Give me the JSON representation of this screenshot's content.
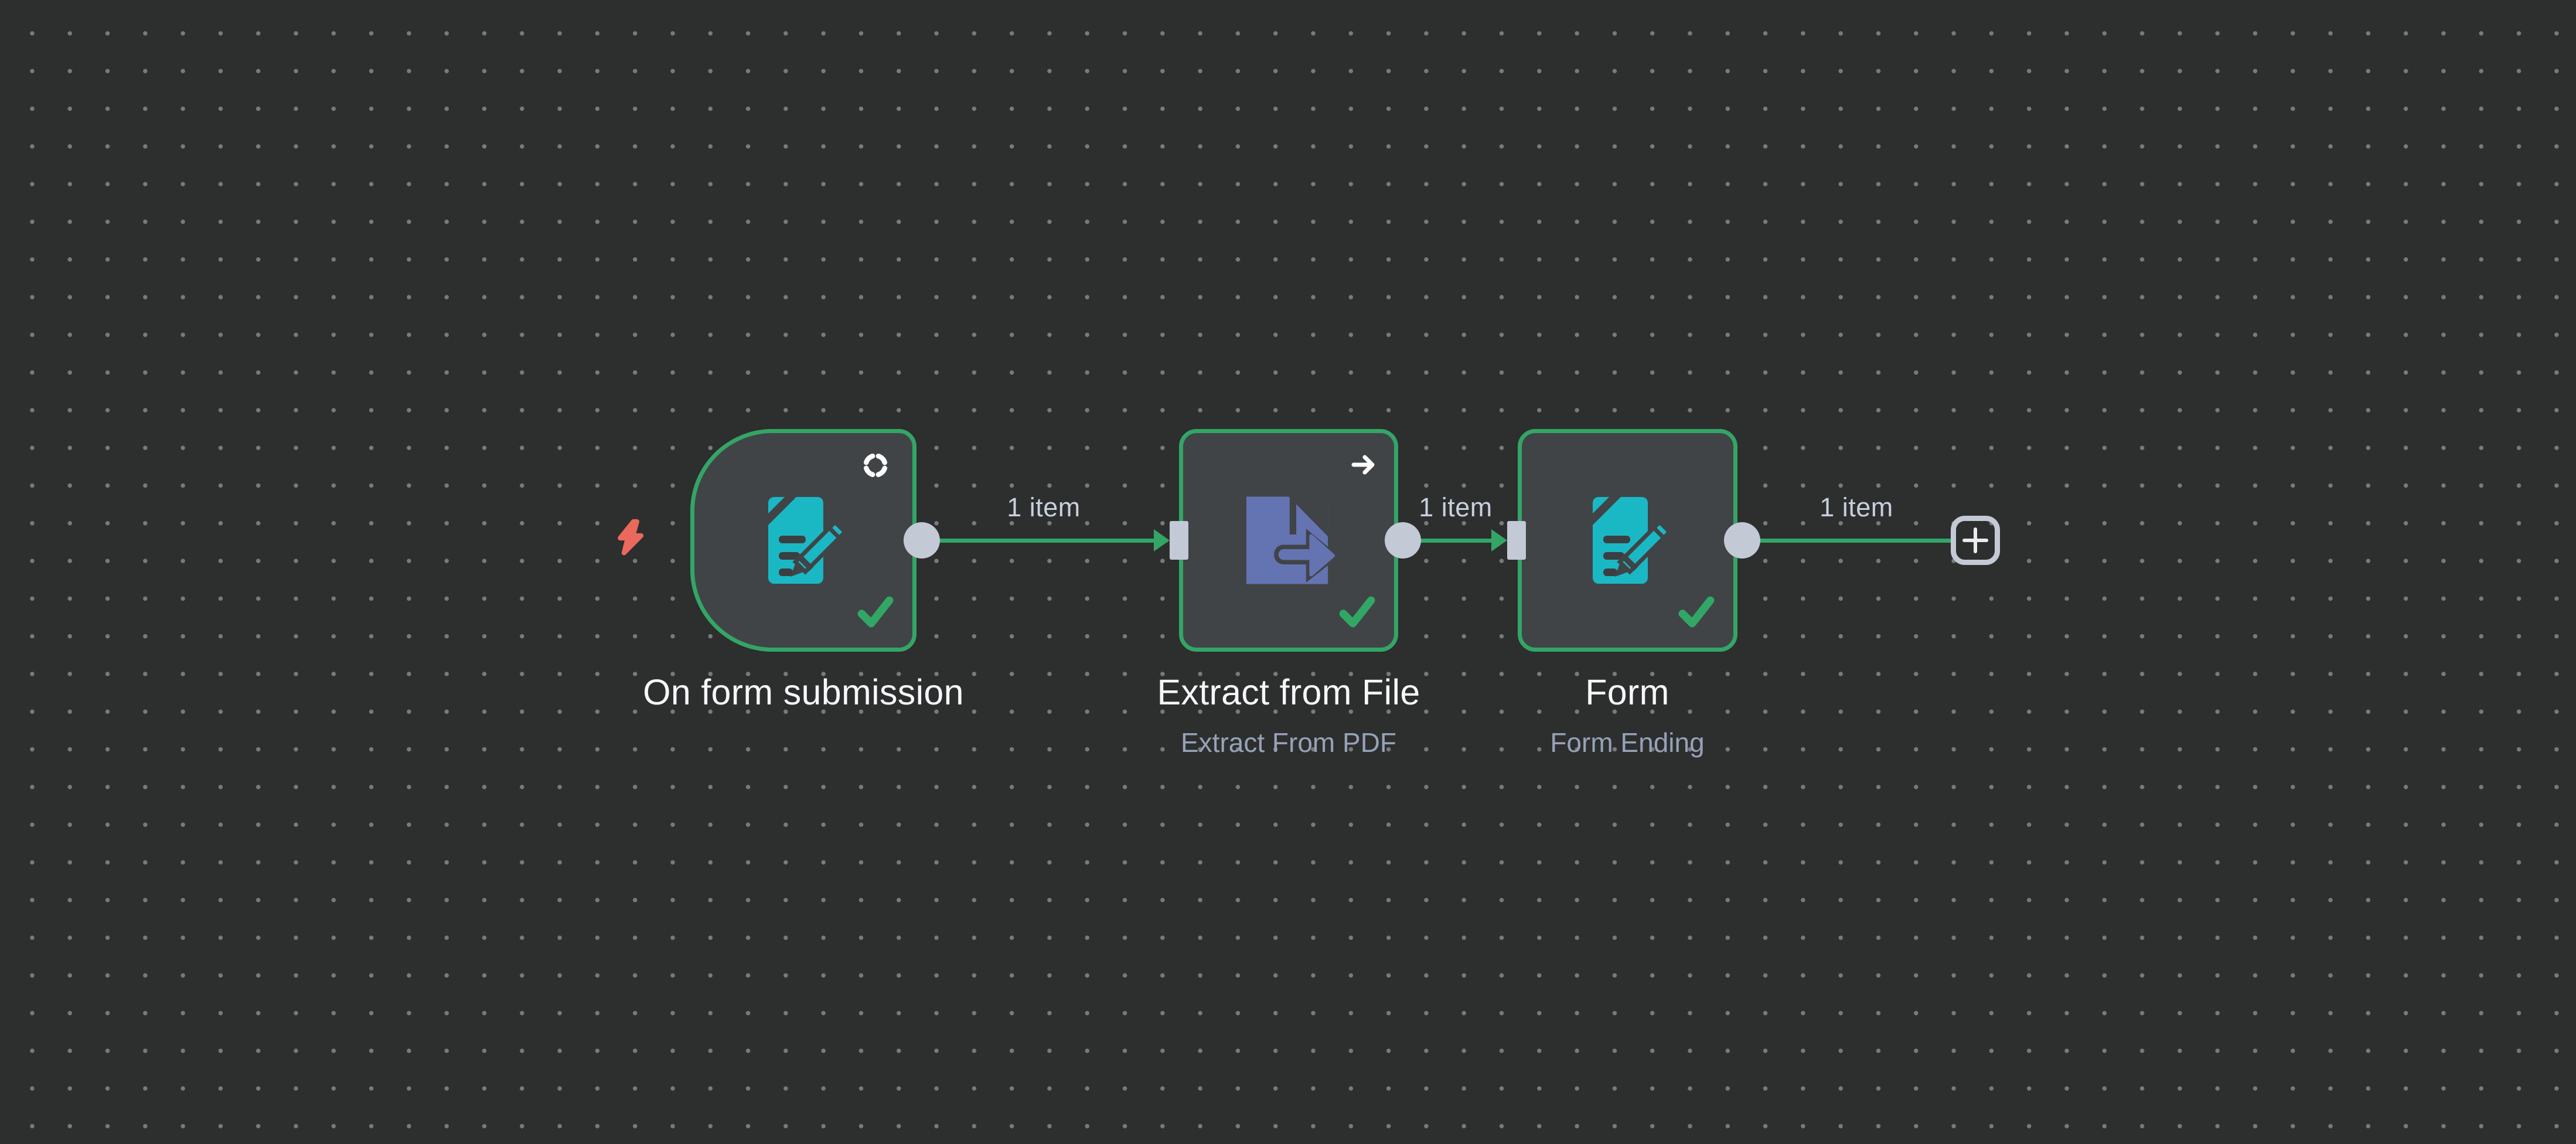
{
  "app": "workflow-editor-canvas",
  "canvas": {
    "background_color": "#2d2e2e",
    "dot_grid_color": "#787a7b",
    "accent_green": "#33a566",
    "connector_gray": "#c3c9d5"
  },
  "workflow": {
    "trigger_indicator_icon": "lightning-bolt-icon",
    "add_button_label": "+",
    "nodes": [
      {
        "id": "on-form-submission",
        "title": "On form submission",
        "subtitle": "",
        "shape": "trigger",
        "status": "success",
        "status_icon": "check-icon",
        "badge_icon": "dashed-circle-icon",
        "icon": "form-icon",
        "icon_color": "#1ab8c5"
      },
      {
        "id": "extract-from-file",
        "title": "Extract from File",
        "subtitle": "Extract From PDF",
        "shape": "square",
        "status": "success",
        "status_icon": "check-icon",
        "badge_icon": "arrow-right-icon",
        "icon": "file-export-icon",
        "icon_color": "#6473b2"
      },
      {
        "id": "form",
        "title": "Form",
        "subtitle": "Form Ending",
        "shape": "square",
        "status": "success",
        "status_icon": "check-icon",
        "badge_icon": "",
        "icon": "form-icon",
        "icon_color": "#1ab8c5"
      }
    ],
    "connections": [
      {
        "from": "on-form-submission",
        "to": "extract-from-file",
        "label": "1 item"
      },
      {
        "from": "extract-from-file",
        "to": "form",
        "label": "1 item"
      },
      {
        "from": "form",
        "to": "add-button",
        "label": "1 item"
      }
    ]
  }
}
